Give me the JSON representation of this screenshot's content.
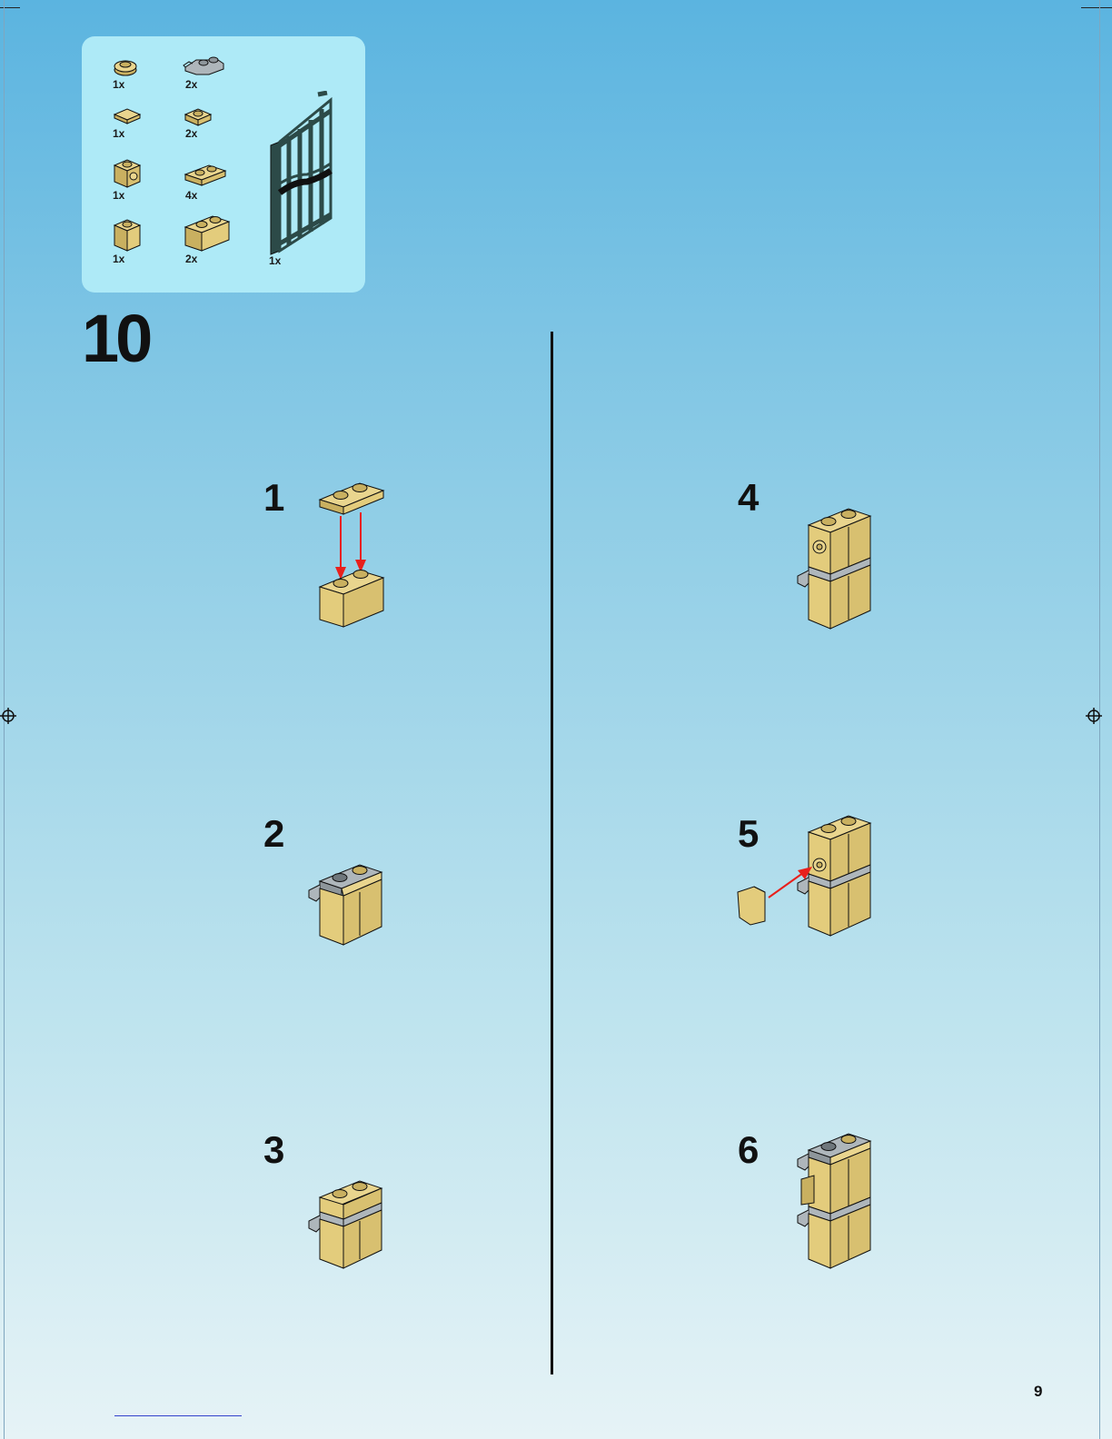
{
  "step": {
    "number": "10"
  },
  "parts": [
    {
      "name": "round-plate-1x1",
      "qty": "1x"
    },
    {
      "name": "clip-plate-1x2",
      "qty": "2x"
    },
    {
      "name": "tile-1x1",
      "qty": "1x"
    },
    {
      "name": "plate-1x1",
      "qty": "2x"
    },
    {
      "name": "brick-1x1-with-stud-on-side",
      "qty": "1x"
    },
    {
      "name": "plate-1x2",
      "qty": "4x"
    },
    {
      "name": "brick-1x1",
      "qty": "1x"
    },
    {
      "name": "brick-1x2",
      "qty": "2x"
    },
    {
      "name": "gate-door",
      "qty": "1x"
    }
  ],
  "substeps": [
    {
      "label": "1"
    },
    {
      "label": "2"
    },
    {
      "label": "3"
    },
    {
      "label": "4"
    },
    {
      "label": "5"
    },
    {
      "label": "6"
    }
  ],
  "page_number": "9",
  "colors": {
    "tan": "#e9d58e",
    "tan_dark": "#c9b060",
    "grey": "#aeb6bb",
    "dark_green": "#2c4a48",
    "arrow": "#e8201c"
  }
}
